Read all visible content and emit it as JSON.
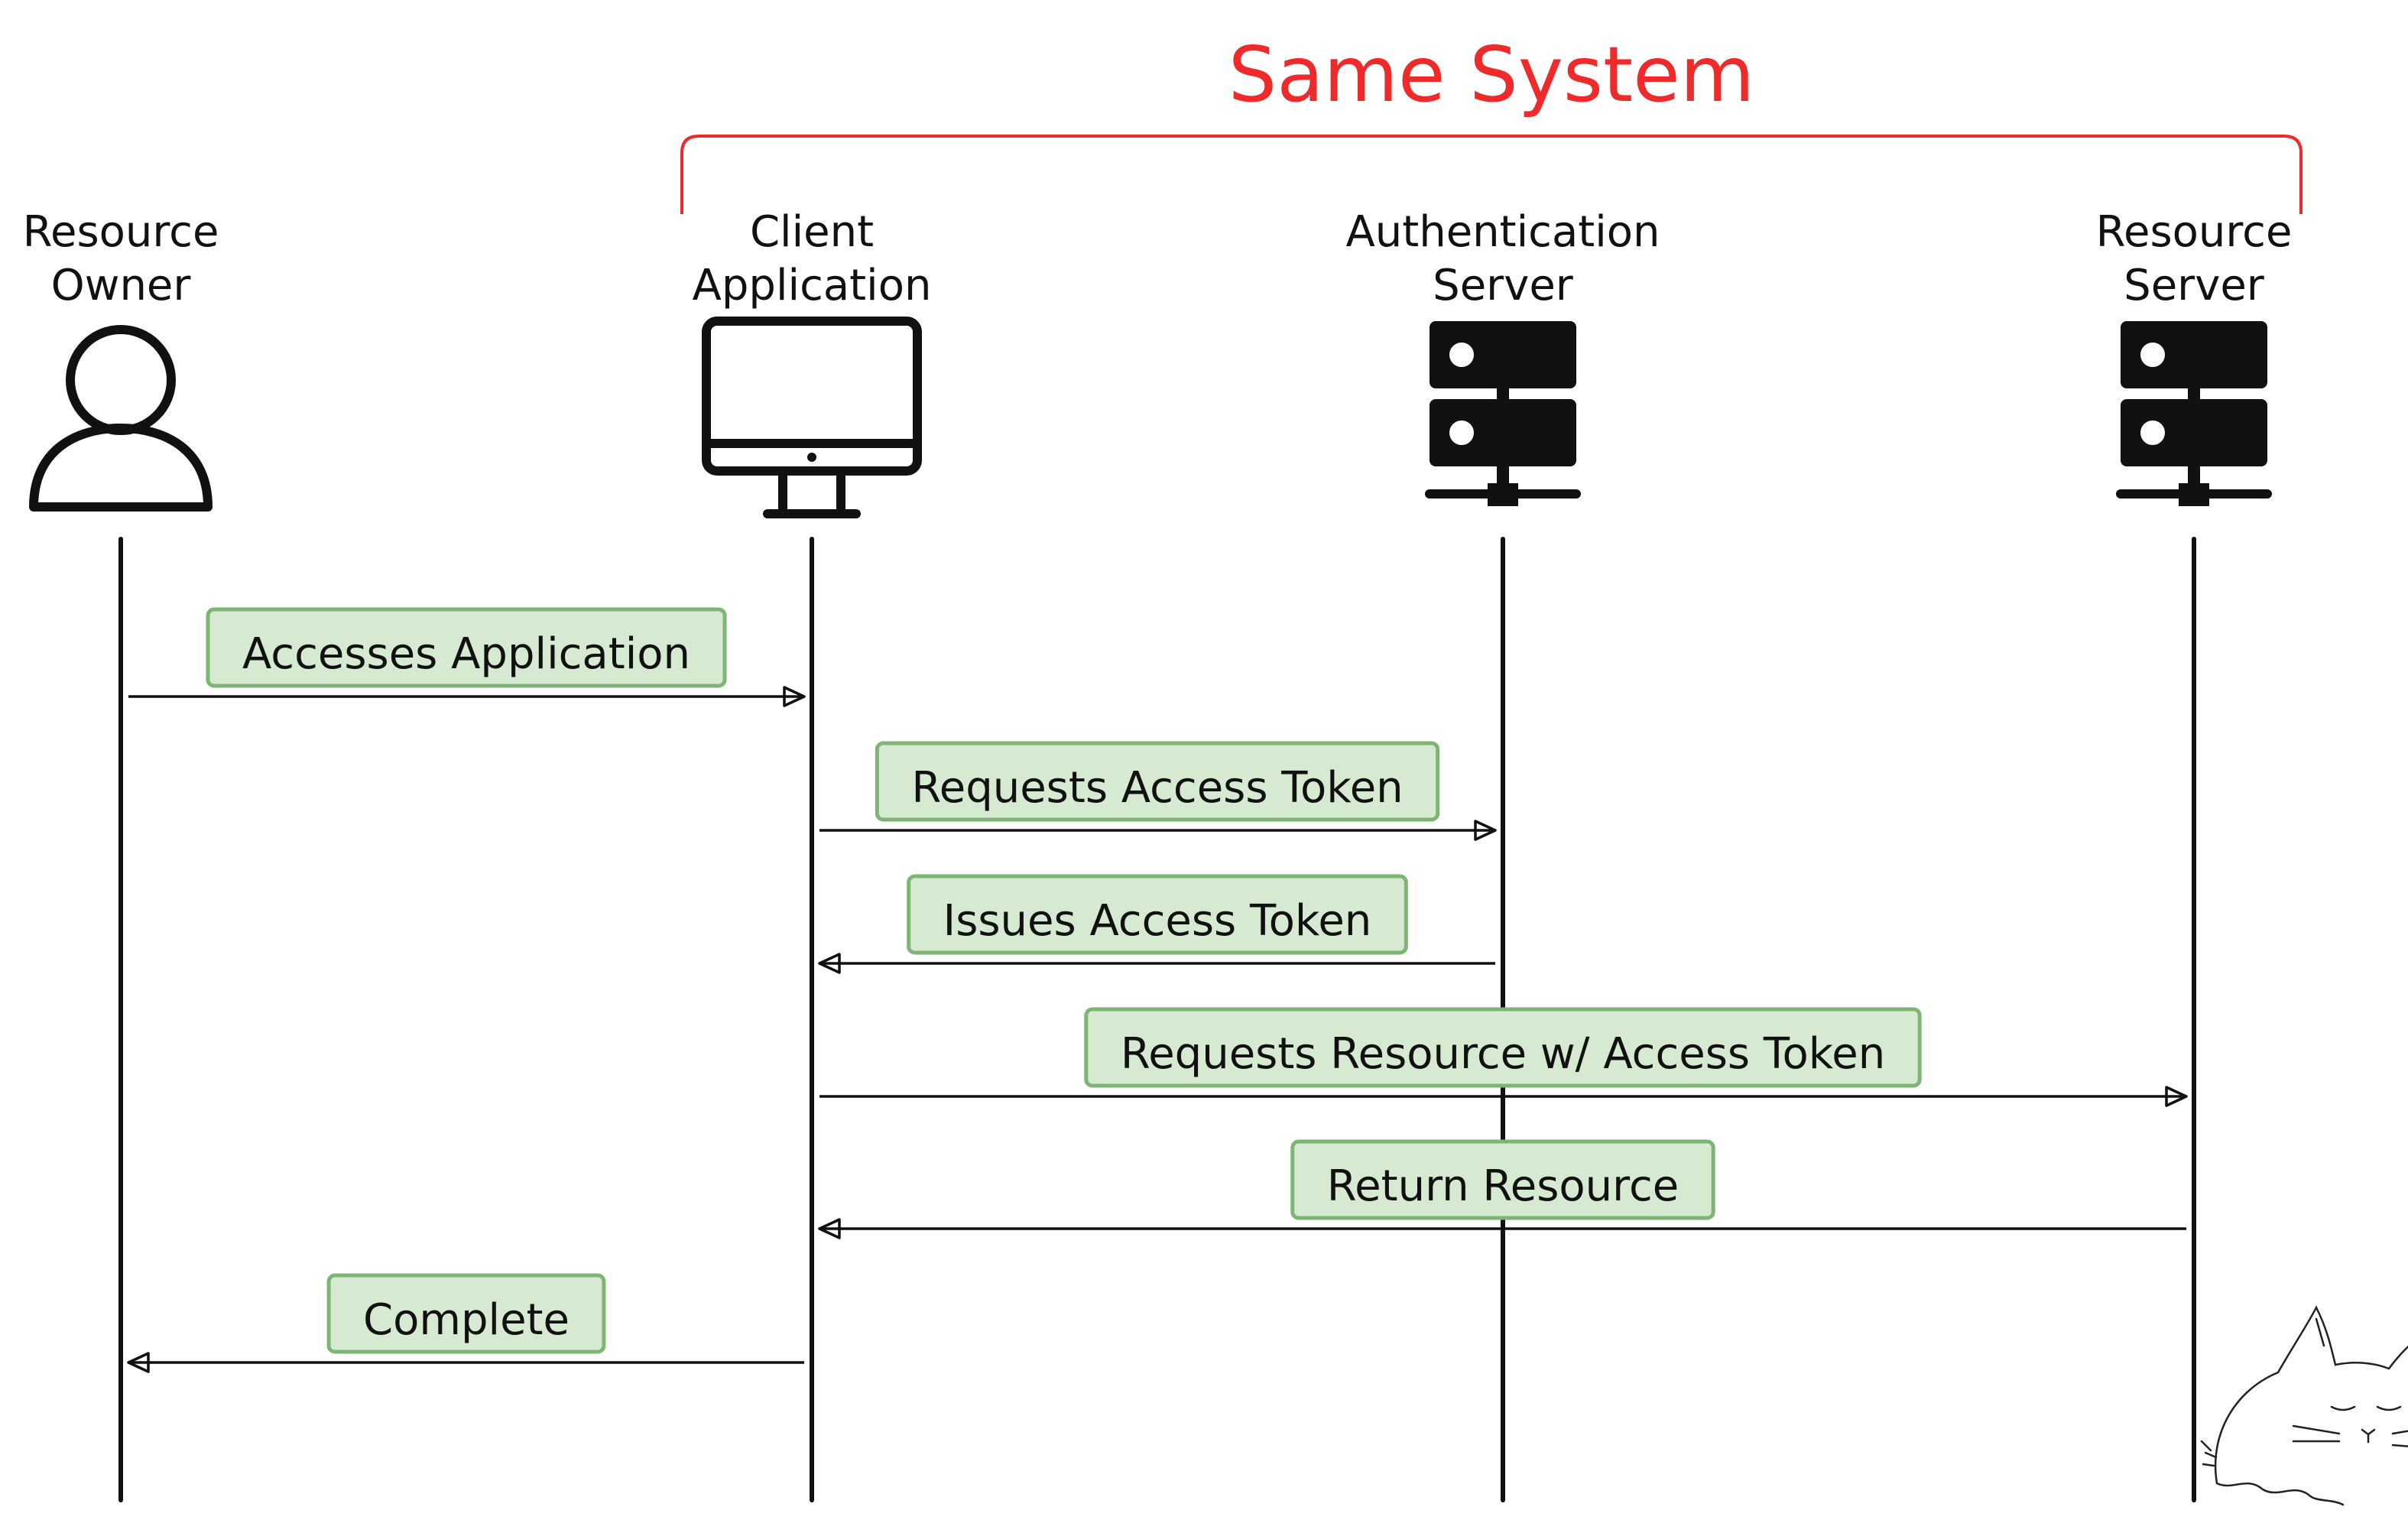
{
  "diagram": {
    "group": {
      "title": "Same System",
      "color": "#ee2a2a",
      "members": [
        "client",
        "auth",
        "resource"
      ]
    },
    "actors": [
      {
        "id": "owner",
        "icon": "person-icon",
        "lines": [
          "Resource",
          "Owner"
        ]
      },
      {
        "id": "client",
        "icon": "monitor-icon",
        "lines": [
          "Client",
          "Application"
        ]
      },
      {
        "id": "auth",
        "icon": "server-icon",
        "lines": [
          "Authentication",
          "Server"
        ]
      },
      {
        "id": "resource",
        "icon": "server-icon",
        "lines": [
          "Resource",
          "Server"
        ]
      }
    ],
    "messages": [
      {
        "from": "owner",
        "to": "client",
        "label": "Accesses Application"
      },
      {
        "from": "client",
        "to": "auth",
        "label": "Requests Access Token"
      },
      {
        "from": "auth",
        "to": "client",
        "label": "Issues Access Token"
      },
      {
        "from": "client",
        "to": "resource",
        "label": "Requests Resource w/ Access Token"
      },
      {
        "from": "resource",
        "to": "client",
        "label": "Return Resource"
      },
      {
        "from": "client",
        "to": "owner",
        "label": "Complete"
      }
    ],
    "colors": {
      "label_fill": "#d6ead2",
      "label_stroke": "#7fb574",
      "ink": "#111111"
    }
  }
}
